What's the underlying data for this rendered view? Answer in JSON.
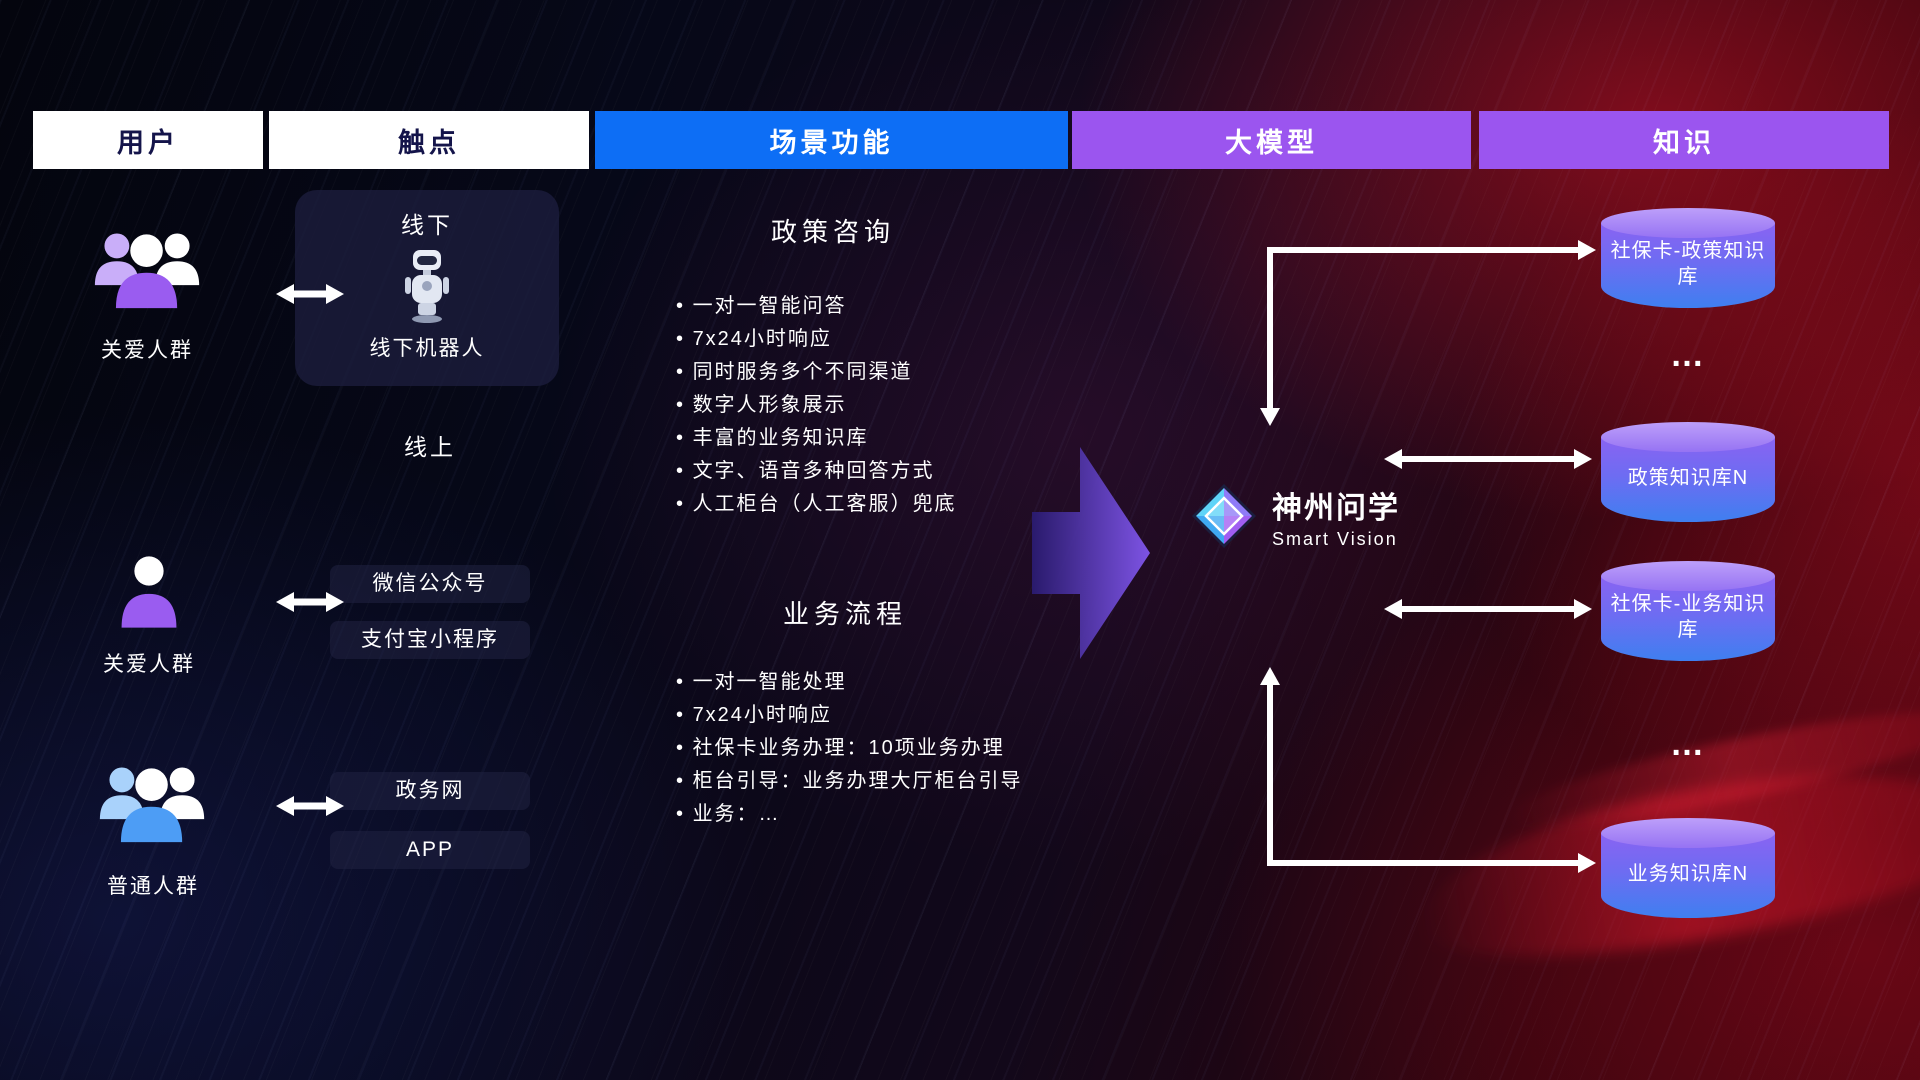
{
  "headers": [
    {
      "label": "用户"
    },
    {
      "label": "触点"
    },
    {
      "label": "场景功能"
    },
    {
      "label": "大模型"
    },
    {
      "label": "知识"
    }
  ],
  "users": [
    {
      "label": "关爱人群",
      "icon": "group-purple-icon"
    },
    {
      "label": "关爱人群",
      "icon": "person-purple-icon"
    },
    {
      "label": "普通人群",
      "icon": "group-blue-icon"
    }
  ],
  "touchpoints": {
    "offline_title": "线下",
    "offline_robot_label": "线下机器人",
    "online_title": "线上",
    "channels": [
      "微信公众号",
      "支付宝小程序",
      "政务网",
      "APP"
    ]
  },
  "scenarios": [
    {
      "title": "政策咨询",
      "items": [
        "一对一智能问答",
        "7x24小时响应",
        "同时服务多个不同渠道",
        "数字人形象展示",
        "丰富的业务知识库",
        "文字、语音多种回答方式",
        "人工柜台（人工客服）兜底"
      ]
    },
    {
      "title": "业务流程",
      "items": [
        "一对一智能处理",
        "7x24小时响应",
        "社保卡业务办理：10项业务办理",
        "柜台引导：业务办理大厅柜台引导",
        "业务：…"
      ]
    }
  ],
  "model": {
    "name": "神州问学",
    "subtitle": "Smart Vision"
  },
  "knowledge": {
    "nodes": [
      "社保卡-政策知识库",
      "政策知识库N",
      "社保卡-业务知识库",
      "业务知识库N"
    ],
    "ellipsis": "…"
  },
  "colors": {
    "header_blue": "#0d6ef5",
    "header_purple": "#9b55ef",
    "header_text_dark": "#14144a",
    "cylinder_top": "#bd9ffa",
    "cylinder_body_start": "#8a63f2",
    "cylinder_body_end": "#3f7ff0",
    "flow_arrow_start": "#2a1b70",
    "flow_arrow_end": "#8257ee",
    "connector_white": "#ffffff",
    "people_purple": "#9a5cf0",
    "people_blue": "#4d9df5"
  }
}
